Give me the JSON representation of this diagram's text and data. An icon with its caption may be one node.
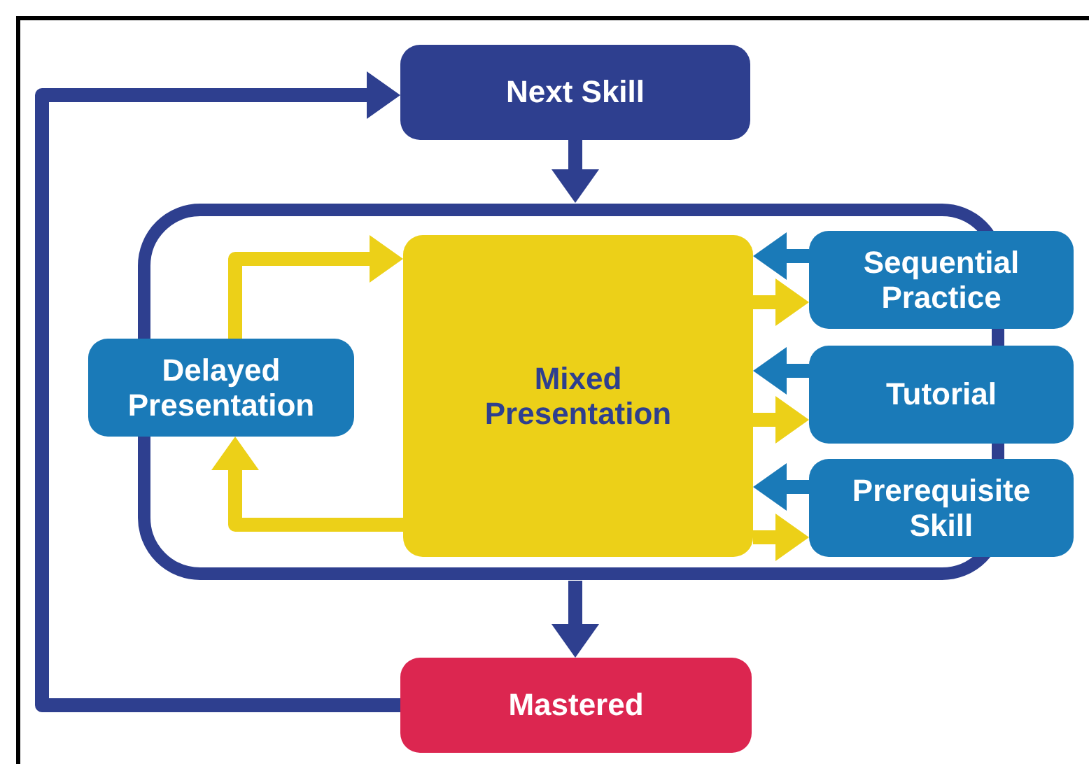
{
  "diagram": {
    "nodes": [
      {
        "text": [
          "Next Skill"
        ]
      },
      {
        "text": [],
        "shape": "box"
      },
      {
        "text": [
          "Delayed Presentation"
        ]
      },
      {
        "text": [
          "Mixed Presentation"
        ],
        "in": 1
      },
      {
        "text": [
          "Sequential Practice"
        ]
      },
      {
        "text": [
          "Tutorial"
        ]
      },
      {
        "text": [
          "Prerequisite Skill"
        ]
      },
      {
        "text": [
          "Mastered"
        ]
      }
    ],
    "edges": [
      {
        "from": 0,
        "to": 1,
        "arrow": "to",
        "color": "#2e3f8f"
      },
      {
        "from": 1,
        "to": 7,
        "arrow": "to",
        "color": "#2e3f8f"
      },
      {
        "from": 7,
        "to": 0,
        "arrow": "to",
        "color": "#2e3f8f"
      },
      {
        "from": 2,
        "to": 3,
        "arrow": "to",
        "color": "#ecd018"
      },
      {
        "from": 3,
        "to": 2,
        "arrow": "to",
        "color": "#ecd018"
      },
      {
        "from": 4,
        "to": 3,
        "arrow": "to",
        "color": "#1a7ab8"
      },
      {
        "from": 3,
        "to": 4,
        "arrow": "to",
        "color": "#ecd018"
      },
      {
        "from": 5,
        "to": 3,
        "arrow": "to",
        "color": "#1a7ab8"
      },
      {
        "from": 3,
        "to": 5,
        "arrow": "to",
        "color": "#ecd018"
      },
      {
        "from": 6,
        "to": 3,
        "arrow": "to",
        "color": "#1a7ab8"
      },
      {
        "from": 3,
        "to": 6,
        "arrow": "to",
        "color": "#ecd018"
      }
    ]
  }
}
